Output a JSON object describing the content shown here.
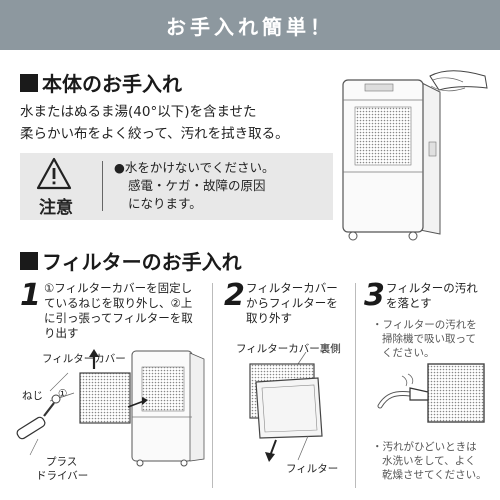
{
  "banner": {
    "title": "お手入れ簡単！"
  },
  "section_body": {
    "heading": "本体のお手入れ",
    "lines": [
      "水またはぬるま湯(40°以下)を含ませた",
      "柔らかい布をよく絞って、汚れを拭き取る。"
    ],
    "caution": {
      "label": "注意",
      "notes": [
        "●水をかけないでください。",
        "感電・ケガ・故障の原因",
        "になります。"
      ]
    }
  },
  "section_filter": {
    "heading": "フィルターのお手入れ",
    "steps": [
      {
        "number": "1",
        "lines": [
          "①フィルターカバーを固定し",
          "ているねじを取り外し、②上",
          "に引っ張ってフィルターを取",
          "り出す"
        ],
        "labels": {
          "filter_cover": "フィルターカバー",
          "screw": "ねじ",
          "screw_num": "①",
          "pull_num": "②",
          "driver_1": "プラス",
          "driver_2": "ドライバー"
        }
      },
      {
        "number": "2",
        "lines": [
          "フィルターカバー",
          "からフィルターを",
          "取り外す"
        ],
        "labels": {
          "cover_back": "フィルターカバー裏側",
          "filter": "フィルター"
        }
      },
      {
        "number": "3",
        "lines": [
          "フィルターの汚れ",
          "を落とす"
        ],
        "note_1": [
          "・フィルターの汚れを",
          "掃除機で吸い取って",
          "ください。"
        ],
        "note_2": [
          "・汚れがひどいときは",
          "水洗いをして、よく",
          "乾燥させてください。"
        ]
      }
    ]
  }
}
